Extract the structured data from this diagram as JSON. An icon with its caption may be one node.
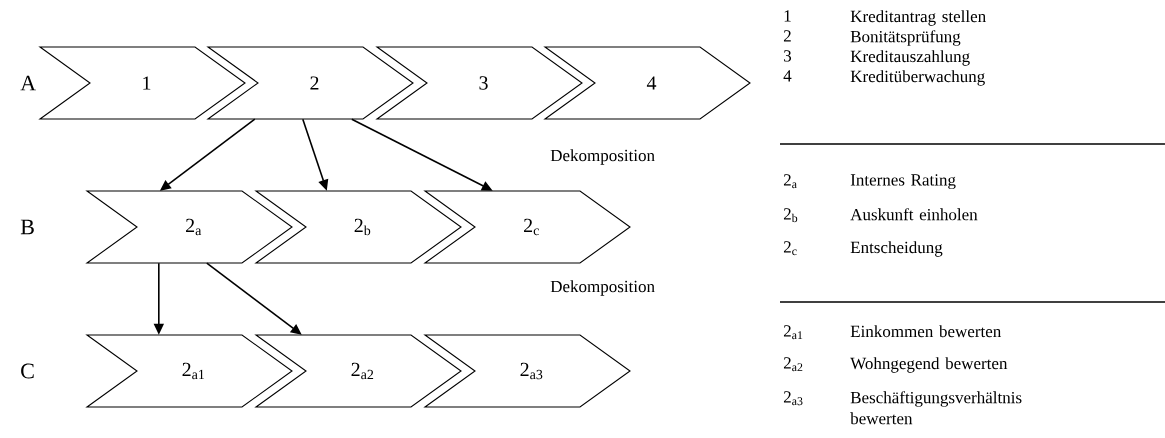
{
  "diagram": {
    "nodes": [
      {
        "text": [
          "1"
        ]
      },
      {
        "text": [
          "2"
        ]
      },
      {
        "text": [
          "3"
        ]
      },
      {
        "text": [
          "4"
        ]
      },
      {
        "text": [
          "2$_{a}$"
        ]
      },
      {
        "text": [
          "2$_{b}$"
        ]
      },
      {
        "text": [
          "2$_{c}$"
        ]
      },
      {
        "text": [
          "2$_{a1}$"
        ]
      },
      {
        "text": [
          "2$_{a2}$"
        ]
      },
      {
        "text": [
          "2$_{a3}$"
        ]
      }
    ],
    "edges": [
      {
        "from": 1,
        "to": 4,
        "arrow": "to"
      },
      {
        "from": 1,
        "to": 5,
        "arrow": "to"
      },
      {
        "from": 1,
        "to": 6,
        "arrow": "to"
      },
      {
        "from": 4,
        "to": 7,
        "arrow": "to"
      },
      {
        "from": 4,
        "to": 8,
        "arrow": "to"
      }
    ],
    "labels": [
      "A",
      "B",
      "C",
      "Dekomposition",
      "Dekomposition",
      "1",
      "Kreditantrag stellen",
      "2",
      "Bonitätsprüfung",
      "3",
      "Kreditauszahlung",
      "4",
      "Kreditüberwachung",
      "2$_{a}$",
      "Internes Rating",
      "2$_{b}$",
      "Auskunft einholen",
      "2$_{c}$",
      "Entscheidung",
      "2$_{a1}$",
      "Einkommen bewerten",
      "2$_{a2}$",
      "Wohngegend bewerten",
      "2$_{a3}$",
      "Beschäftigungsverhältnis bewerten"
    ]
  }
}
